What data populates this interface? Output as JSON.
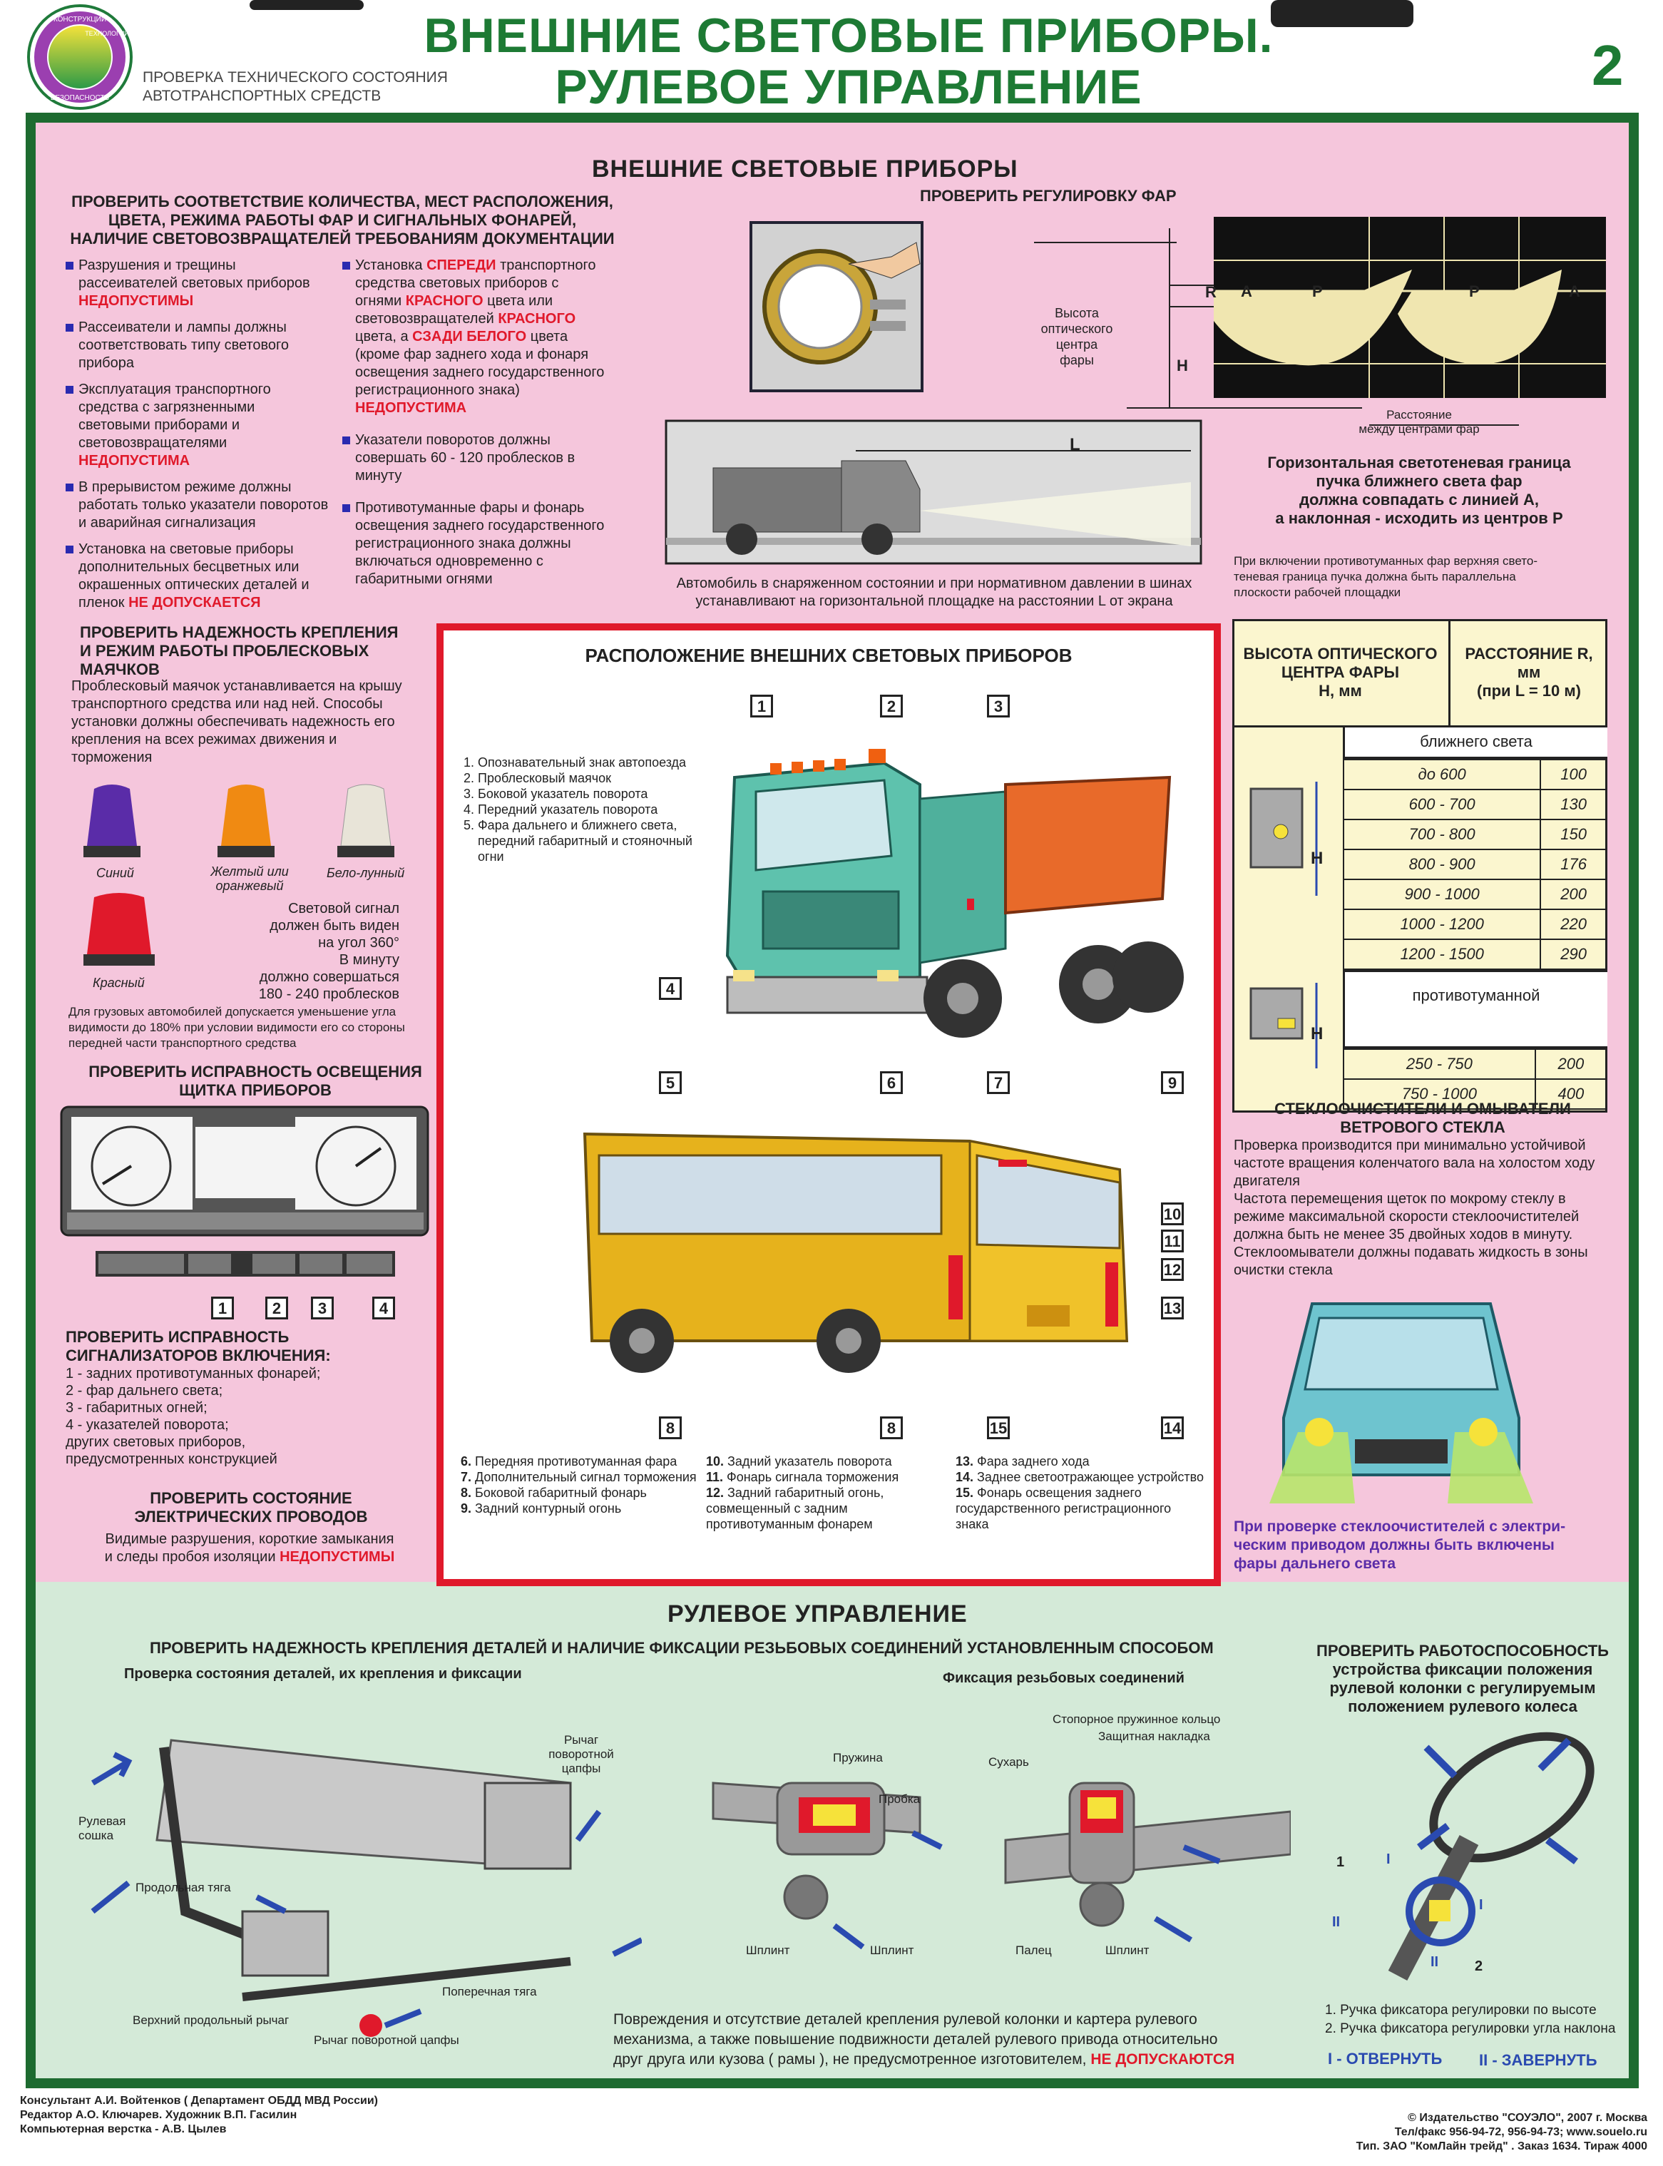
{
  "header": {
    "subtitle": [
      "ПРОВЕРКА ТЕХНИЧЕСКОГО СОСТОЯНИЯ",
      "АВТОТРАНСПОРТНЫХ СРЕДСТВ"
    ],
    "title": [
      "ВНЕШНИЕ СВЕТОВЫЕ ПРИБОРЫ.",
      "РУЛЕВОЕ УПРАВЛЕНИЕ"
    ],
    "page_number": "2",
    "logo_ring": [
      "КОНСТРУКЦИИ",
      "ТЕХНОЛОГИИ",
      "БЕЗОПАСНОСТЬ"
    ]
  },
  "lights": {
    "title": "ВНЕШНИЕ СВЕТОВЫЕ ПРИБОРЫ",
    "check_heading": [
      "ПРОВЕРИТЬ СООТВЕТСТВИЕ КОЛИЧЕСТВА, МЕСТ РАСПОЛОЖЕНИЯ,",
      "ЦВЕТА, РЕЖИМА РАБОТЫ ФАР И СИГНАЛЬНЫХ ФОНАРЕЙ,",
      "НАЛИЧИЕ СВЕТОВОЗВРАЩАТЕЛЕЙ ТРЕБОВАНИЯМ ДОКУМЕНТАЦИИ"
    ],
    "left_items": [
      {
        "text": "Разрушения и трещины рассеивателей световых приборов ",
        "red": "НЕДОПУСТИМЫ"
      },
      {
        "text": "Рассеиватели и лампы должны соответствовать типу светового прибора",
        "red": ""
      },
      {
        "text": "Эксплуатация транспортного средства с загрязненными световыми приборами и световозвращателями ",
        "red": "НЕДОПУСТИМА"
      },
      {
        "text": "В прерывистом режиме должны работать только указатели поворотов и аварийная сигнализация",
        "red": ""
      },
      {
        "text": "Установка на световые приборы дополнительных бесцветных или окрашенных оптических деталей и пленок ",
        "red": "НЕ ДОПУСКАЕТСЯ"
      }
    ],
    "mid_item1": {
      "a": "Установка ",
      "b": "СПЕРЕДИ",
      "c": " транспортного средства световых приборов с огнями ",
      "d": "КРАСНОГО",
      "e": " цвета или световозвращателей ",
      "f": "КРАСНОГО",
      "g": " цвета, а ",
      "h": "СЗАДИ БЕЛОГО",
      "i": " цвета (кроме фар заднего хода и фонаря освещения заднего государственного регистрационного знака) ",
      "j": "НЕДОПУСТИМА"
    },
    "mid_items": [
      "Указатели поворотов должны совершать 60 - 120 проблесков в минуту",
      "Противотуманные фары и фонарь освещения заднего государственного регистрационного знака должны включаться одновременно с габаритными огнями"
    ]
  },
  "headlight": {
    "heading": "ПРОВЕРИТЬ РЕГУЛИРОВКУ ФАР",
    "height_label": [
      "Высота",
      "оптического центра",
      "фары"
    ],
    "h": "H",
    "r": "R",
    "a": "A",
    "p": "P",
    "distance_label": [
      "Расстояние",
      "между центрами фар"
    ],
    "l": "L",
    "boundary_note": [
      "Горизонтальная светотеневая граница",
      "пучка ближнего света фар",
      "должна совпадать с линией А,",
      "а наклонная - исходить из центров Р"
    ],
    "car_note": [
      "Автомобиль в снаряженном состоянии и при нормативном давлении в шинах",
      "устанавливают на горизонтальной площадке на расстоянии L от экрана"
    ],
    "fog_note": [
      "При включении противотуманных фар верхняя свето-",
      "теневая граница пучка должна быть параллельна",
      "плоскости рабочей площадки"
    ]
  },
  "beacons": {
    "heading": [
      "ПРОВЕРИТЬ НАДЕЖНОСТЬ КРЕПЛЕНИЯ",
      "И РЕЖИМ РАБОТЫ ПРОБЛЕСКОВЫХ",
      "МАЯЧКОВ"
    ],
    "text": "Проблесковый маячок устанавливается на крышу транспортного средства или над ней. Способы установки должны обеспечивать надежность его крепления на всех режимах движения и торможения",
    "colors": [
      {
        "label": "Синий",
        "color": "#5a2ca8"
      },
      {
        "label": "Желтый или оранжевый",
        "color": "#f08a12"
      },
      {
        "label": "Бело-лунный",
        "color": "#e8e4d8"
      },
      {
        "label": "Красный",
        "color": "#e0192b"
      }
    ],
    "signal": [
      "Световой сигнал",
      "должен быть виден",
      "на угол 360°",
      "В минуту",
      "должно совершаться",
      "180 - 240 проблесков"
    ],
    "truck_note": "Для грузовых автомобилей допускается уменьшение угла видимости до 180% при условии видимости его со стороны передней части транспортного средства"
  },
  "dash": {
    "heading": [
      "ПРОВЕРИТЬ ИСПРАВНОСТЬ ОСВЕЩЕНИЯ",
      "ЩИТКА ПРИБОРОВ"
    ],
    "numbers": [
      "1",
      "2",
      "3",
      "4"
    ],
    "indicators_heading": [
      "ПРОВЕРИТЬ ИСПРАВНОСТЬ",
      "СИГНАЛИЗАТОРОВ ВКЛЮЧЕНИЯ:"
    ],
    "indicators": [
      "1 - задних противотуманных фонарей;",
      "2 - фар дальнего света;",
      "3 - габаритных огней;",
      "4 - указателей поворота;",
      "других световых приборов,",
      "предусмотренных конструкцией"
    ],
    "wiring_heading": [
      "ПРОВЕРИТЬ СОСТОЯНИЕ",
      "ЭЛЕКТРИЧЕСКИХ ПРОВОДОВ"
    ],
    "wiring_text": [
      "Видимые разрушения, короткие замыкания",
      "и следы пробоя изоляции "
    ],
    "wiring_red": "НЕДОПУСТИМЫ"
  },
  "layout_panel": {
    "title": "РАСПОЛОЖЕНИЕ ВНЕШНИХ СВЕТОВЫХ ПРИБОРОВ",
    "truck_legend": [
      "Опознавательный знак автопоезда",
      "Проблесковый маячок",
      "Боковой указатель поворота",
      "Передний указатель поворота",
      "Фара дальнего и ближнего света, передний габаритный и стояночный огни"
    ],
    "bus_legend_a": [
      {
        "n": "6.",
        "t": "Передняя противотуманная фара"
      },
      {
        "n": "7.",
        "t": "Дополнительный сигнал торможения"
      },
      {
        "n": "8.",
        "t": "Боковой габаритный фонарь"
      },
      {
        "n": "9.",
        "t": "Задний контурный огонь"
      }
    ],
    "bus_legend_b": [
      {
        "n": "10.",
        "t": "Задний указатель поворота"
      },
      {
        "n": "11.",
        "t": "Фонарь сигнала торможения"
      },
      {
        "n": "12.",
        "t": "Задний габаритный огонь, совмещенный с задним противотуманным фонарем"
      }
    ],
    "bus_legend_c": [
      {
        "n": "13.",
        "t": "Фара заднего хода"
      },
      {
        "n": "14.",
        "t": "Заднее светоотражающее устройство"
      },
      {
        "n": "15.",
        "t": "Фонарь освещения заднего государственного регистрационного знака"
      }
    ],
    "callouts_truck": [
      "1",
      "2",
      "3",
      "4",
      "5",
      "6"
    ],
    "callouts_bus": [
      "7",
      "9",
      "10",
      "11",
      "12",
      "13",
      "8",
      "8",
      "15",
      "14"
    ]
  },
  "height_table": {
    "col1": [
      "ВЫСОТА ОПТИЧЕСКОГО",
      "ЦЕНТРА ФАРЫ",
      "Н, мм"
    ],
    "col2": [
      "РАССТОЯНИЕ R,",
      "мм",
      "(при L = 10 м)"
    ],
    "low_beam": "ближнего света",
    "rows": [
      [
        "до 600",
        "100"
      ],
      [
        "600 - 700",
        "130"
      ],
      [
        "700 - 800",
        "150"
      ],
      [
        "800 - 900",
        "176"
      ],
      [
        "900 - 1000",
        "200"
      ],
      [
        "1000 - 1200",
        "220"
      ],
      [
        "1200 - 1500",
        "290"
      ]
    ],
    "fog": "противотуманной",
    "fog_rows": [
      [
        "250 - 750",
        "200"
      ],
      [
        "750 - 1000",
        "400"
      ]
    ],
    "h": "H"
  },
  "wipers": {
    "heading": [
      "СТЕКЛООЧИСТИТЕЛИ И ОМЫВАТЕЛИ",
      "ВЕТРОВОГО СТЕКЛА"
    ],
    "text": [
      "Проверка производится при минимально устойчивой частоте вращения коленчатого вала на холостом ходу двигателя",
      "Частота перемещения щеток по мокрому стеклу в режиме максимальной скорости стеклоочистителей должна быть не менее 35 двойных ходов в минуту. Стеклоомыватели должны подавать жидкость в зоны очистки стекла"
    ],
    "note": [
      "При проверке стеклоочистителей с электри-",
      "ческим приводом должны быть включены",
      "фары дальнего света"
    ]
  },
  "steering": {
    "title": "РУЛЕВОЕ УПРАВЛЕНИЕ",
    "heading": "ПРОВЕРИТЬ НАДЕЖНОСТЬ КРЕПЛЕНИЯ ДЕТАЛЕЙ И НАЛИЧИЕ ФИКСАЦИИ РЕЗЬБОВЫХ СОЕДИНЕНИЙ УСТАНОВЛЕННЫМ СПОСОБОМ",
    "sub_left": "Проверка состояния деталей, их крепления и фиксации",
    "sub_mid": "Фиксация резьбовых соединений",
    "labels_left": [
      "Рычаг поворотной цапфы",
      "Рулевая сошка",
      "Продольная тяга",
      "Поперечная тяга",
      "Верхний продольный рычаг",
      "Рычаг поворотной цапфы"
    ],
    "labels_mid": [
      "Пружина",
      "Пробка",
      "Шплинт",
      "Шплинт",
      "Стопорное пружинное кольцо",
      "Защитная накладка",
      "Сухарь",
      "Палец",
      "Шплинт"
    ],
    "right_heading": [
      "ПРОВЕРИТЬ РАБОТОСПОСОБНОСТЬ",
      "устройства фиксации положения",
      "рулевой колонки с регулируемым",
      "положением рулевого колеса"
    ],
    "wheel_marks": [
      "1",
      "2",
      "I",
      "I",
      "II",
      "II"
    ],
    "handles": [
      "1. Ручка фиксатора регулировки по высоте",
      "2. Ручка фиксатора регулировки угла наклона"
    ],
    "open": "I - ОТВЕРНУТЬ",
    "close": "II - ЗАВЕРНУТЬ",
    "damage": [
      "Повреждения и отсутствие деталей крепления рулевой колонки и картера рулевого",
      "механизма, а также повышение подвижности деталей рулевого привода относительно",
      "друг друга или кузова ( рамы ), не предусмотренное изготовителем, "
    ],
    "damage_red": "НЕ ДОПУСКАЮТСЯ"
  },
  "footer": {
    "left": [
      "Консультант А.И. Войтенков ( Департамент ОБДД МВД России)",
      "Редактор А.О. Ключарев. Художник В.П. Гасилин",
      "Компьютерная верстка - А.В. Цылев"
    ],
    "right": [
      "© Издательство \"СОУЭЛО\", 2007 г. Москва",
      "Тел/факс 956-94-72, 956-94-73; www.souelo.ru",
      "Тип. ЗАО \"КомЛайн трейд\" . Заказ 1634. Тираж 4000"
    ]
  }
}
